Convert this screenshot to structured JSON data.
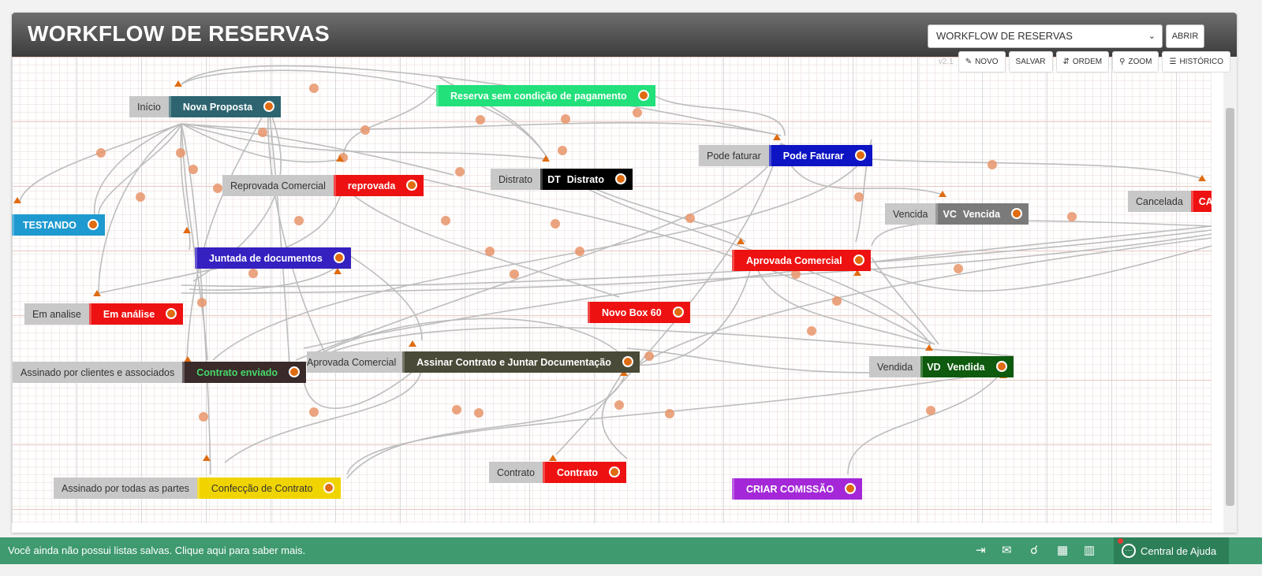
{
  "header": {
    "title": "WORKFLOW DE RESERVAS",
    "select_value": "WORKFLOW DE RESERVAS",
    "open_label": "ABRIR"
  },
  "toolbar": {
    "version": "v2.1",
    "novo": "NOVO",
    "salvar": "SALVAR",
    "ordem": "ORDEM",
    "zoom": "ZOOM",
    "historico": "HISTÓRICO"
  },
  "nodes": {
    "nova_proposta": {
      "label": "Início",
      "name": "Nova Proposta",
      "color": "#2d6470"
    },
    "reserva_sem_cond": {
      "name": "Reserva sem condição de pagamento",
      "color": "#22e07a"
    },
    "pode_faturar": {
      "label": "Pode faturar",
      "name": "Pode Faturar",
      "color": "#0d14c4"
    },
    "testando": {
      "name": "TESTANDO",
      "color": "#1e9ad0"
    },
    "reprovada": {
      "label": "Reprovada Comercial",
      "name": "reprovada",
      "color": "#ee1111"
    },
    "distrato": {
      "label": "Distrato",
      "code": "DT",
      "name": "Distrato",
      "color": "#000000"
    },
    "cancelada": {
      "label": "Cancelada",
      "name": "CA",
      "color": "#ee1111"
    },
    "vencida": {
      "label": "Vencida",
      "code": "VC",
      "name": "Vencida",
      "color": "#7a7a7a"
    },
    "juntada": {
      "name": "Juntada de documentos",
      "color": "#3520c0"
    },
    "aprovada": {
      "name": "Aprovada Comercial",
      "color": "#ee1111"
    },
    "em_analise": {
      "label": "Em analise",
      "name": "Em análise",
      "color": "#ee1111"
    },
    "novo_box": {
      "name": "Novo Box 60",
      "color": "#ee1111"
    },
    "contrato_enviado": {
      "label": "Assinado por clientes e associados",
      "name": "Contrato enviado",
      "color": "#3a2a2a",
      "text_color": "#46d86a"
    },
    "assinar": {
      "label": "Aprovada Comercial",
      "name": "Assinar Contrato e Juntar Documentação",
      "color": "#4a4a38"
    },
    "vendida": {
      "label": "Vendida",
      "code": "VD",
      "name": "Vendida",
      "color": "#0e5a0e"
    },
    "contrato": {
      "label": "Contrato",
      "name": "Contrato",
      "color": "#ee1111"
    },
    "confeccao": {
      "label": "Assinado por todas as partes",
      "name": "Confecção de Contrato",
      "color": "#f0d400",
      "text_color": "#333333"
    },
    "criar_comissao": {
      "name": "CRIAR COMISSÃO",
      "color": "#a428d8"
    }
  },
  "footer": {
    "message": "Você ainda não possui listas salvas. Clique aqui para saber mais.",
    "help_label": "Central de Ajuda"
  },
  "colors": {
    "accent": "#e06b10",
    "wire": "#bdbdbd",
    "footer": "#3f9a6f"
  }
}
